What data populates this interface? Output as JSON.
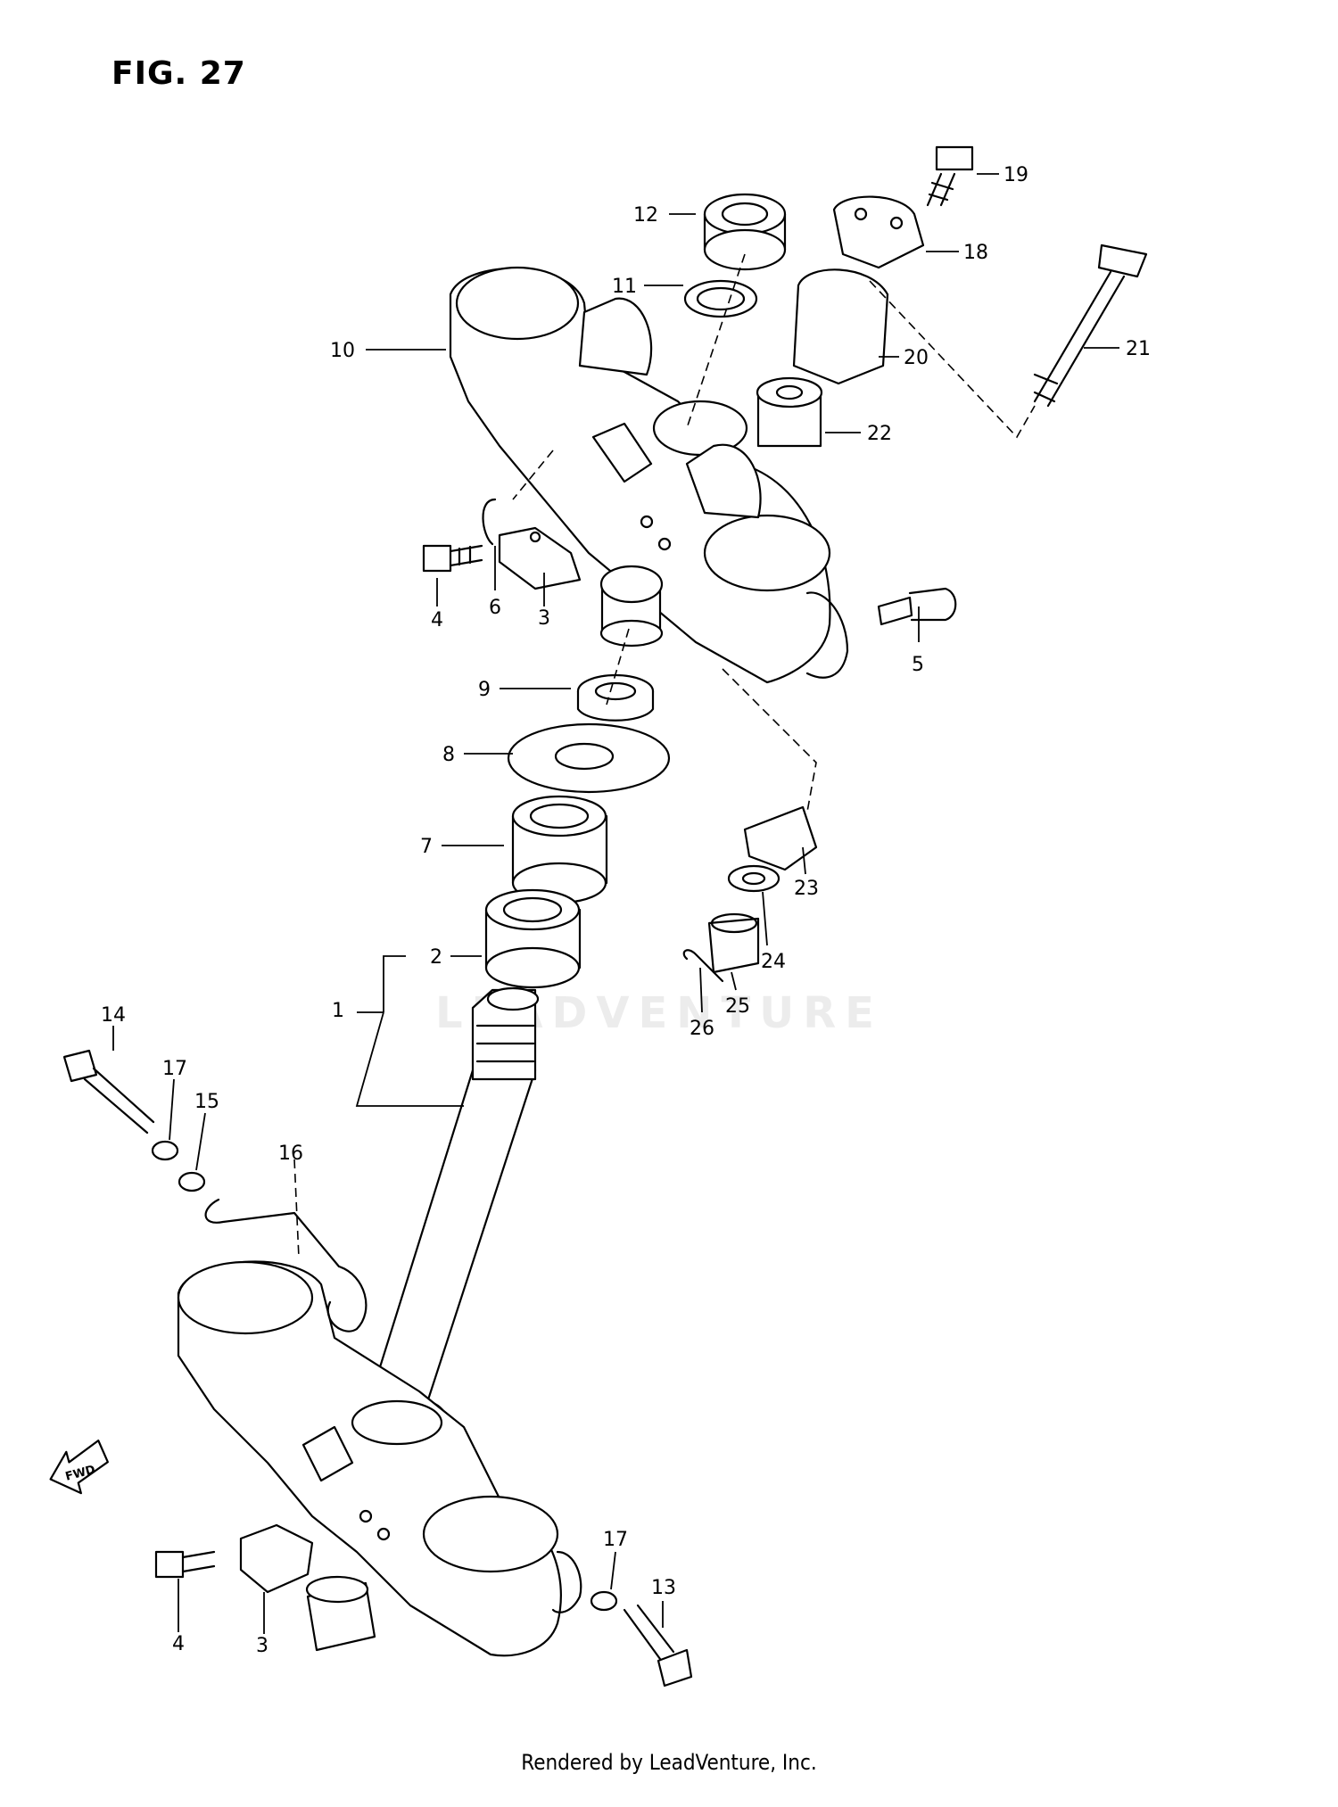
{
  "figure": {
    "title": "FIG. 27"
  },
  "footer": {
    "text": "Rendered by LeadVenture, Inc."
  },
  "watermark": {
    "text": "LEADVENTURE"
  },
  "fwd_marker": {
    "text": "FWD"
  },
  "callouts": [
    {
      "id": "c1",
      "label": "1"
    },
    {
      "id": "c2",
      "label": "2"
    },
    {
      "id": "c3a",
      "label": "3"
    },
    {
      "id": "c3b",
      "label": "3"
    },
    {
      "id": "c4a",
      "label": "4"
    },
    {
      "id": "c4b",
      "label": "4"
    },
    {
      "id": "c5",
      "label": "5"
    },
    {
      "id": "c6",
      "label": "6"
    },
    {
      "id": "c7",
      "label": "7"
    },
    {
      "id": "c8",
      "label": "8"
    },
    {
      "id": "c9",
      "label": "9"
    },
    {
      "id": "c10",
      "label": "10"
    },
    {
      "id": "c11",
      "label": "11"
    },
    {
      "id": "c12",
      "label": "12"
    },
    {
      "id": "c13",
      "label": "13"
    },
    {
      "id": "c14",
      "label": "14"
    },
    {
      "id": "c15",
      "label": "15"
    },
    {
      "id": "c16",
      "label": "16"
    },
    {
      "id": "c17a",
      "label": "17"
    },
    {
      "id": "c17b",
      "label": "17"
    },
    {
      "id": "c18",
      "label": "18"
    },
    {
      "id": "c19",
      "label": "19"
    },
    {
      "id": "c20",
      "label": "20"
    },
    {
      "id": "c21",
      "label": "21"
    },
    {
      "id": "c22",
      "label": "22"
    },
    {
      "id": "c23",
      "label": "23"
    },
    {
      "id": "c24",
      "label": "24"
    },
    {
      "id": "c25",
      "label": "25"
    },
    {
      "id": "c26",
      "label": "26"
    }
  ]
}
